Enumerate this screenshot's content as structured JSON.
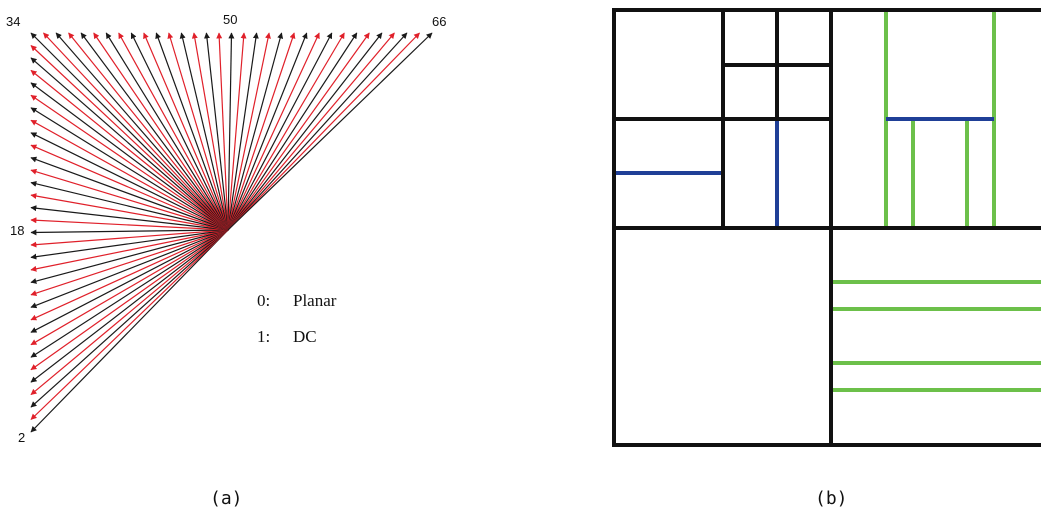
{
  "figure_a": {
    "caption": "(a)",
    "mode_labels": {
      "first": "34",
      "vertical": "50",
      "last": "66",
      "horizontal": "18",
      "bottom": "2"
    },
    "legend": [
      {
        "key": "0:",
        "value": "Planar"
      },
      {
        "key": "1:",
        "value": "DC"
      }
    ],
    "colors": {
      "original_modes": "#1a1a1a",
      "extended_modes": "#e0202a"
    },
    "modes": {
      "first": 2,
      "last": 66
    }
  },
  "figure_b": {
    "caption": "(b)",
    "colors": {
      "quad_tree": "#111111",
      "binary_tree": "#1f3f97",
      "ternary_tree": "#6cc04a"
    }
  }
}
